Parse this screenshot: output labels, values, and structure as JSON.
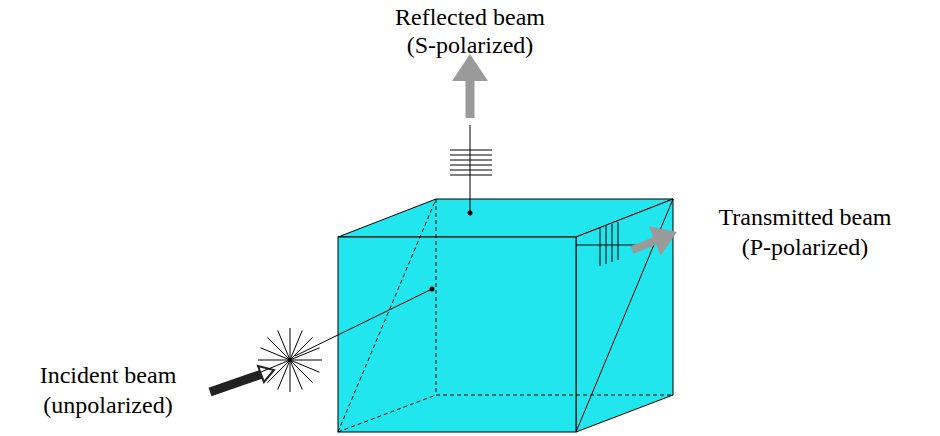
{
  "diagram": {
    "labels": [
      "Reflected beam",
      "(S-polarized)",
      "Transmitted beam",
      "(P-polarized)",
      "Incident beam",
      "(unpolarized)"
    ]
  }
}
